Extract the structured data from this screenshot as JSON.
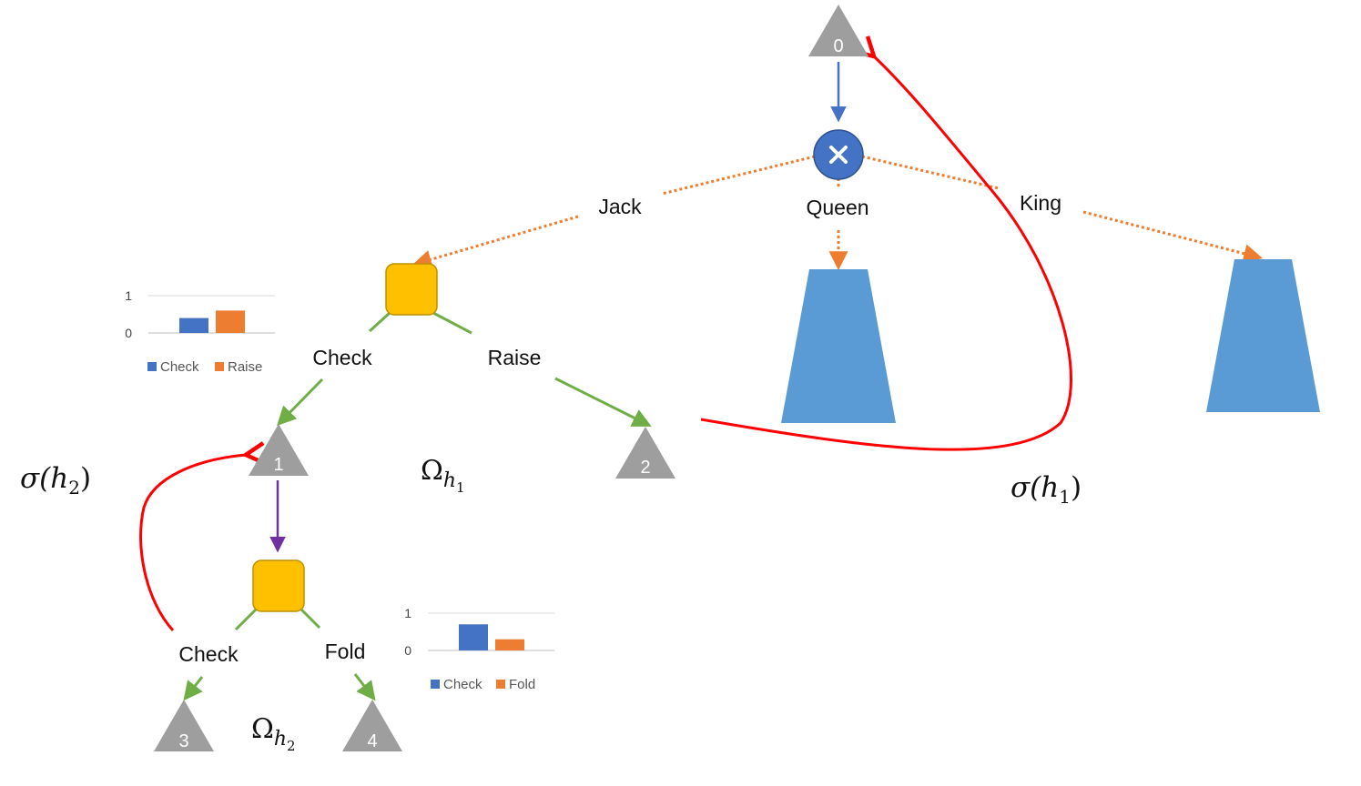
{
  "colors": {
    "node_grey": "#9e9e9e",
    "chance_blue": "#4472c4",
    "decision_yellow": "#ffc000",
    "trapezoid_blue": "#5b9bd5",
    "edge_green": "#70ad47",
    "edge_orange": "#ed7d31",
    "edge_blue": "#4472c4",
    "edge_purple": "#7030a0",
    "sigma_red": "#ff0000"
  },
  "nodes": {
    "root": "0",
    "n1": "1",
    "n2": "2",
    "n3": "3",
    "n4": "4"
  },
  "chance_icon": "close-x-icon",
  "card_labels": {
    "jack": "Jack",
    "queen": "Queen",
    "king": "King"
  },
  "actions_top": {
    "check": "Check",
    "raise": "Raise"
  },
  "actions_bottom": {
    "check": "Check",
    "fold": "Fold"
  },
  "math_labels": {
    "omega_h1": {
      "base": "Ω",
      "sub": "h",
      "subsub": "1"
    },
    "omega_h2": {
      "base": "Ω",
      "sub": "h",
      "subsub": "2"
    },
    "sigma_h1": {
      "pre": "σ(",
      "var": "h",
      "sub": "1",
      "post": ")"
    },
    "sigma_h2": {
      "pre": "σ(",
      "var": "h",
      "sub": "2",
      "post": ")"
    }
  },
  "mini_chart_top": {
    "type": "bar",
    "categories": [
      "Check",
      "Raise"
    ],
    "values": [
      0.4,
      0.6
    ],
    "ylim": [
      0,
      1
    ],
    "yticks": [
      "0",
      "1"
    ],
    "legend": [
      "Check",
      "Raise"
    ]
  },
  "mini_chart_bottom": {
    "type": "bar",
    "categories": [
      "Check",
      "Fold"
    ],
    "values": [
      0.7,
      0.3
    ],
    "ylim": [
      0,
      1
    ],
    "yticks": [
      "0",
      "1"
    ],
    "legend": [
      "Check",
      "Fold"
    ]
  }
}
